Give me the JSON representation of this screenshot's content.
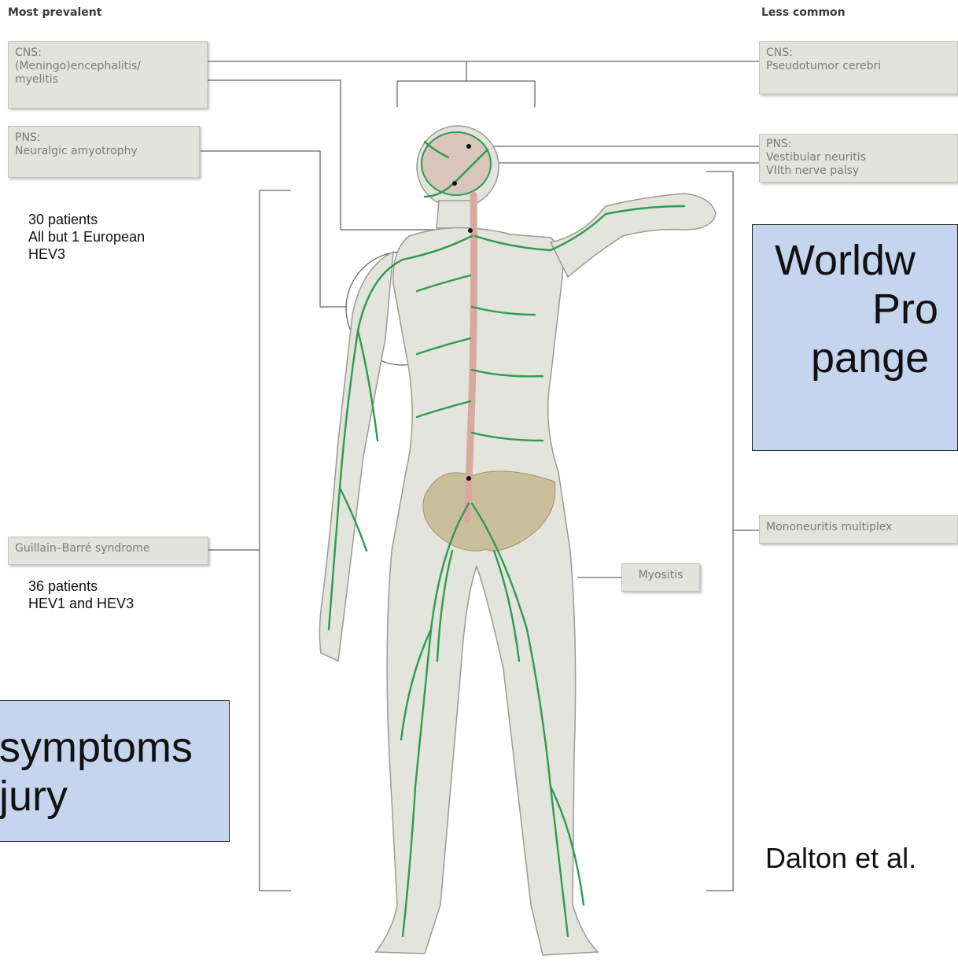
{
  "headers": {
    "left": "Most prevalent",
    "right": "Less common"
  },
  "labels_left": {
    "cns": [
      "CNS:",
      "(Meningo)encephalitis/",
      "myelitis"
    ],
    "pns": [
      "PNS:",
      "Neuralgic amyotrophy"
    ],
    "gbs": "Guillain–Barré syndrome"
  },
  "labels_right": {
    "cns": [
      "CNS:",
      "Pseudotumor cerebri"
    ],
    "pns": [
      "PNS:",
      "Vestibular neuritis",
      "VIIth nerve palsy"
    ],
    "mono": "Mononeuritis multiplex"
  },
  "myositis": "Myositis",
  "notes": {
    "na": [
      "30 patients",
      "All but 1 European",
      "HEV3"
    ],
    "gbs": [
      "36 patients",
      "HEV1 and HEV3"
    ]
  },
  "overlay_right": [
    "Worldw",
    "Pro",
    "pange"
  ],
  "overlay_left": [
    "symptoms",
    "jury"
  ],
  "citation": "Dalton et al.",
  "colors": {
    "nerve": "#2e9b50",
    "spine": "#d9a9a0",
    "body_fill": "#e3e4dc",
    "overlay": "#c5d5ee",
    "label_box": "#e3e3de"
  }
}
